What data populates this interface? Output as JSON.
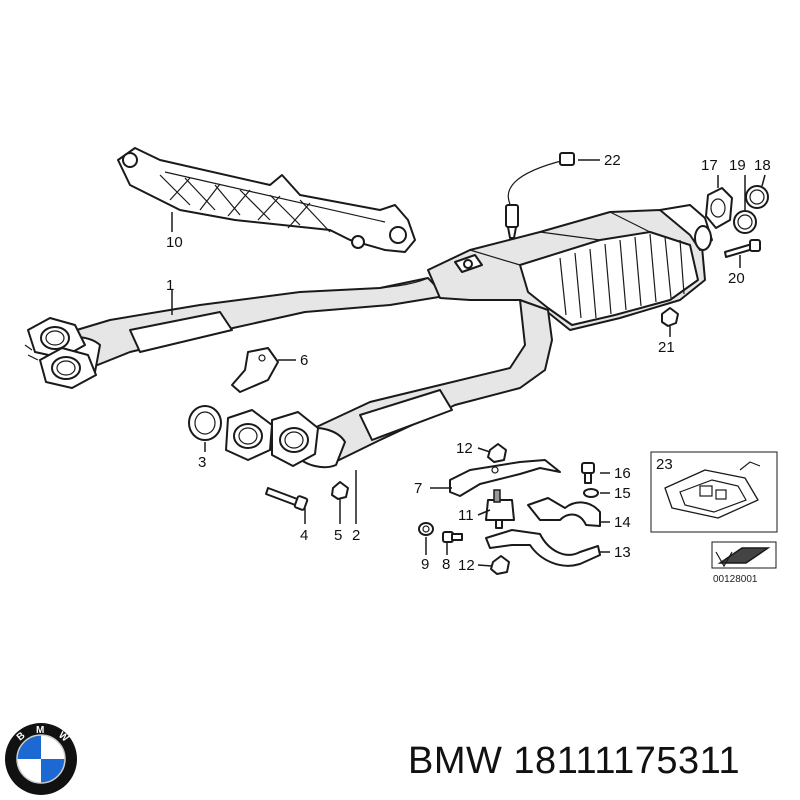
{
  "diagram": {
    "labels": [
      {
        "id": "1",
        "text": "1"
      },
      {
        "id": "2",
        "text": "2"
      },
      {
        "id": "3",
        "text": "3"
      },
      {
        "id": "4",
        "text": "4"
      },
      {
        "id": "5",
        "text": "5"
      },
      {
        "id": "6",
        "text": "6"
      },
      {
        "id": "7",
        "text": "7"
      },
      {
        "id": "8",
        "text": "8"
      },
      {
        "id": "9",
        "text": "9"
      },
      {
        "id": "10",
        "text": "10"
      },
      {
        "id": "11",
        "text": "11"
      },
      {
        "id": "12a",
        "text": "12"
      },
      {
        "id": "12b",
        "text": "12"
      },
      {
        "id": "13",
        "text": "13"
      },
      {
        "id": "14",
        "text": "14"
      },
      {
        "id": "15",
        "text": "15"
      },
      {
        "id": "16",
        "text": "16"
      },
      {
        "id": "17",
        "text": "17"
      },
      {
        "id": "18",
        "text": "18"
      },
      {
        "id": "19",
        "text": "19"
      },
      {
        "id": "20",
        "text": "20"
      },
      {
        "id": "21",
        "text": "21"
      },
      {
        "id": "22",
        "text": "22"
      },
      {
        "id": "23",
        "text": "23"
      }
    ],
    "drawing_code": "00128001"
  },
  "footer": {
    "logo_text": "BMW",
    "caption": "BMW 18111175311"
  },
  "colors": {
    "logo_blue": "#1c69d4",
    "logo_ring": "#111111"
  }
}
